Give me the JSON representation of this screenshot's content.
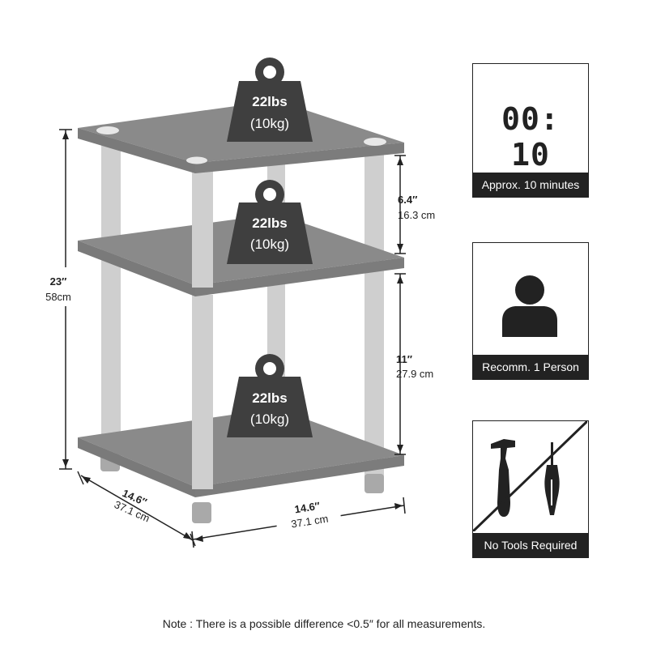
{
  "weights": [
    {
      "lbs": "22lbs",
      "kg": "(10kg)"
    },
    {
      "lbs": "22lbs",
      "kg": "(10kg)"
    },
    {
      "lbs": "22lbs",
      "kg": "(10kg)"
    }
  ],
  "dimensions": {
    "height_in": "23″",
    "height_cm": "58cm",
    "gap_top_in": "6.4″",
    "gap_top_cm": "16.3 cm",
    "gap_bottom_in": "11″",
    "gap_bottom_cm": "27.9 cm",
    "depth_in": "14.6″",
    "depth_cm": "37.1 cm",
    "width_in": "14.6″",
    "width_cm": "37.1 cm"
  },
  "cards": {
    "time": {
      "display": "00: 10",
      "caption": "Approx. 10 minutes"
    },
    "person": {
      "caption": "Recomm. 1 Person"
    },
    "tools": {
      "caption": "No Tools Required"
    }
  },
  "note": "Note : There is a possible difference <0.5″ for all measurements.",
  "colors": {
    "shelf": "#8a8a8a",
    "shelf_dark": "#7a7a7a",
    "pole": "#cfcfcf",
    "weight": "#3f3f3f",
    "ink": "#222222"
  }
}
